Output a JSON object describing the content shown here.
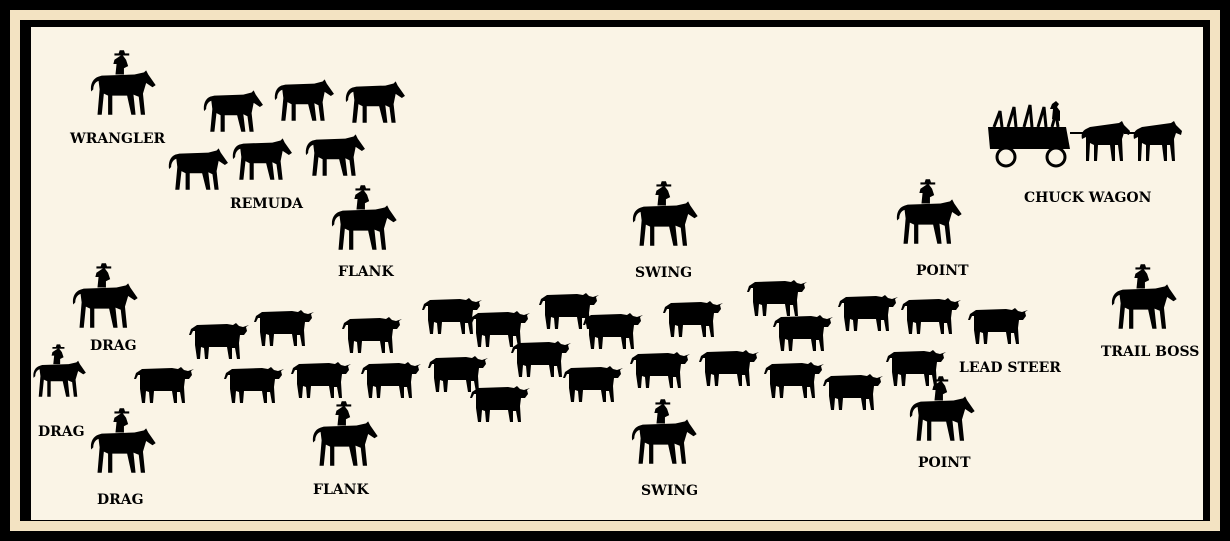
{
  "diagram": {
    "labels": {
      "wrangler": "WRANGLER",
      "remuda": "REMUDA",
      "flank_top": "FLANK",
      "swing_top": "SWING",
      "point_top": "POINT",
      "chuck_wagon": "CHUCK WAGON",
      "trail_boss": "TRAIL BOSS",
      "lead_steer": "LEAD STEER",
      "drag_upper": "DRAG",
      "drag_middle": "DRAG",
      "drag_lower": "DRAG",
      "flank_bottom": "FLANK",
      "swing_bottom": "SWING",
      "point_bottom": "POINT"
    },
    "colors": {
      "ink": "#000000",
      "paper": "#faf4e6",
      "border": "#f3e3c2"
    },
    "icons": [
      "horse-and-rider-icon",
      "horse-icon",
      "steer-icon",
      "chuck-wagon-icon"
    ]
  }
}
